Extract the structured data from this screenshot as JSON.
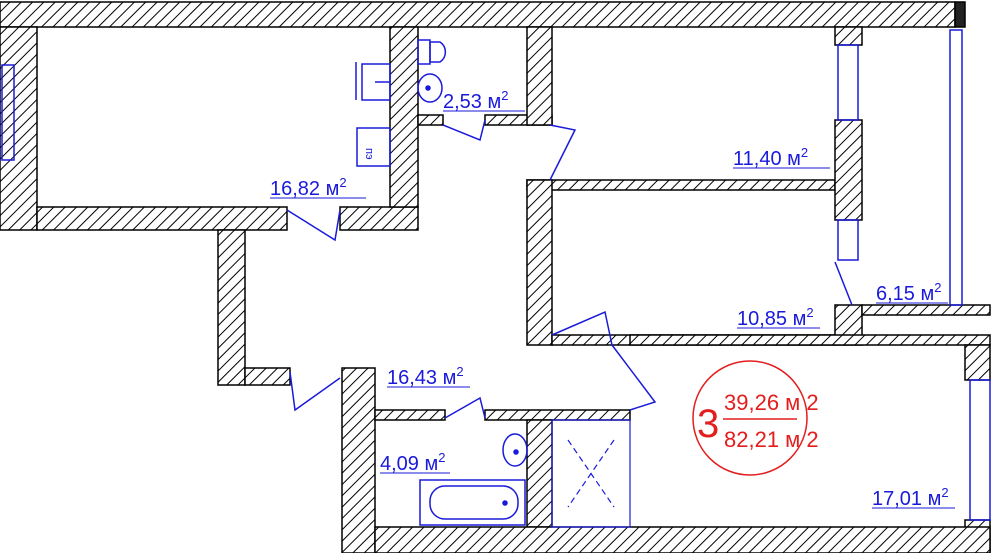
{
  "colors": {
    "wall": "#000000",
    "fixture": "#1a1adb",
    "summary": "#e41d1d"
  },
  "rooms": [
    {
      "id": "room-left",
      "area": "16,82 м",
      "sup": "2"
    },
    {
      "id": "wc",
      "area": "2,53 м",
      "sup": "2"
    },
    {
      "id": "room-top-right",
      "area": "11,40 м",
      "sup": "2"
    },
    {
      "id": "room-middle-right",
      "area": "10,85 м",
      "sup": "2"
    },
    {
      "id": "balcony",
      "area": "6,15 м",
      "sup": "2"
    },
    {
      "id": "hall",
      "area": "16,43 м",
      "sup": "2"
    },
    {
      "id": "bathroom",
      "area": "4,09 м",
      "sup": "2"
    },
    {
      "id": "room-bottom-right",
      "area": "17,01 м",
      "sup": "2"
    }
  ],
  "summary": {
    "rooms_count": "3",
    "living_area": "39,26 м 2",
    "total_area": "82,21 м 2"
  },
  "fixtures": {
    "stove_label": "пэ"
  }
}
